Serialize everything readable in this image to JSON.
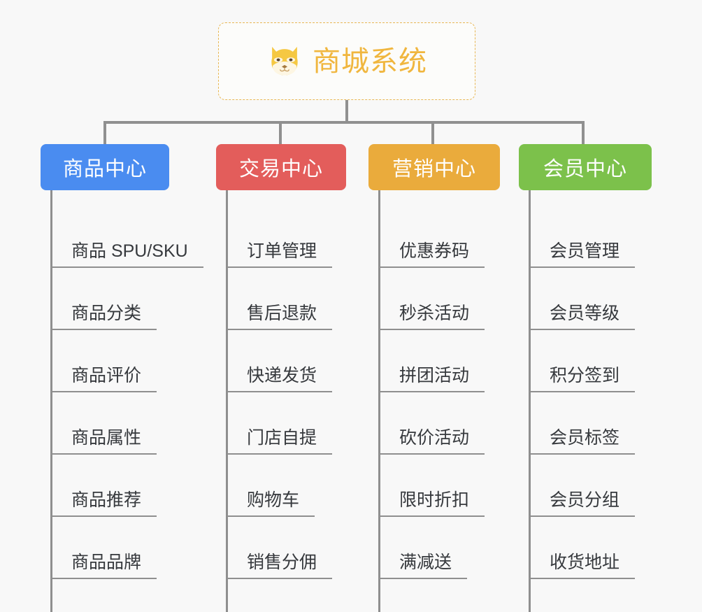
{
  "root": {
    "title": "商城系统",
    "icon": "shiba-dog-face-icon",
    "border_color": "#e8b755",
    "text_color": "#f0b63e"
  },
  "connector_color": "#909090",
  "canvas_background": "#f8f8f8",
  "branches": [
    {
      "label": "商品中心",
      "color": "#4a8cf0",
      "items": [
        "商品 SPU/SKU",
        "商品分类",
        "商品评价",
        "商品属性",
        "商品推荐",
        "商品品牌"
      ]
    },
    {
      "label": "交易中心",
      "color": "#e35d5b",
      "items": [
        "订单管理",
        "售后退款",
        "快递发货",
        "门店自提",
        "购物车",
        "销售分佣"
      ]
    },
    {
      "label": "营销中心",
      "color": "#eaab3c",
      "items": [
        "优惠券码",
        "秒杀活动",
        "拼团活动",
        "砍价活动",
        "限时折扣",
        "满减送"
      ]
    },
    {
      "label": "会员中心",
      "color": "#7cc14b",
      "items": [
        "会员管理",
        "会员等级",
        "积分签到",
        "会员标签",
        "会员分组",
        "收货地址"
      ]
    }
  ]
}
